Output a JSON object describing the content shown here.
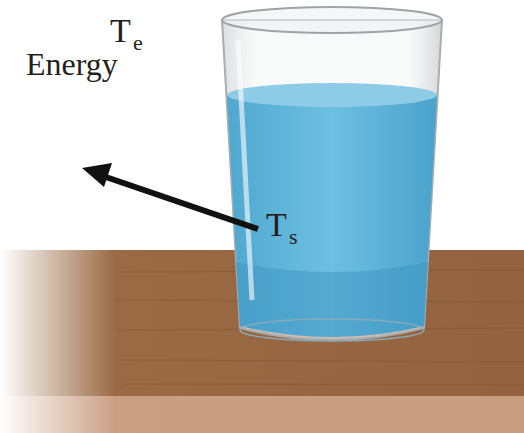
{
  "diagram": {
    "labels": [
      "T",
      "e",
      "Energy",
      "T",
      "s"
    ]
  }
}
